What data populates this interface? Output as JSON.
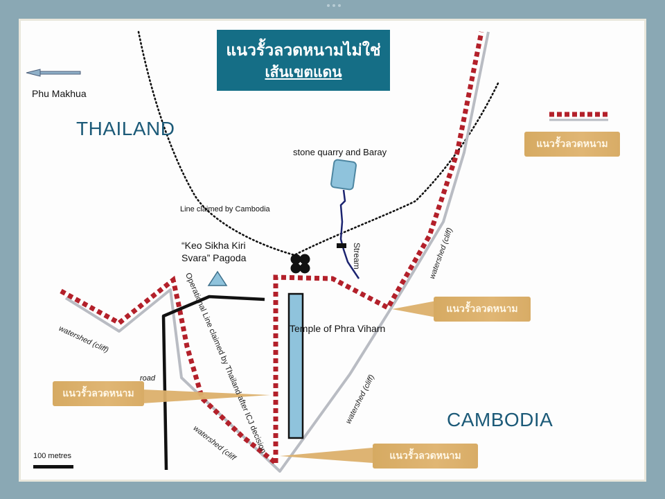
{
  "title": {
    "line1": "แนวรั้วลวดหนามไม่ใช่",
    "line2": "เส้นเขตแดน",
    "bg_color": "#156e86"
  },
  "countries": {
    "thailand": "THAILAND",
    "cambodia": "CAMBODIA"
  },
  "labels": {
    "phu_makhua": "Phu Makhua",
    "stone_quarry": "stone quarry and Baray",
    "line_claimed_cambodia": "Line claimed by Cambodia",
    "pagoda_line1": "“Keo Sikha Kiri",
    "pagoda_line2": "Svara” Pagoda",
    "stream": "Stream",
    "temple": "Temple of Phra Viharn",
    "operational_line": "Operational Line claimed  by Thailand after ICJ decision",
    "watershed_left": "watershed (cliff)",
    "watershed_bottom": "watershed (cliff",
    "watershed_center": "watershed (cliff)",
    "watershed_right": "watershed (cliff)",
    "road": "road",
    "scale": "100 metres"
  },
  "legend": {
    "barbed_wire_label": "แนวรั้วลวดหนาม",
    "barbed_wire_color": "#b3202a",
    "watershed_color": "#b9bcc3"
  },
  "callouts": [
    {
      "id": "top-right",
      "label": "แนวรั้วลวดหนาม"
    },
    {
      "id": "right",
      "label": "แนวรั้วลวดหนาม"
    },
    {
      "id": "left",
      "label": "แนวรั้วลวดหนาม"
    },
    {
      "id": "bottom",
      "label": "แนวรั้วลวดหนาม"
    }
  ],
  "colors": {
    "background": "#8aa8b4",
    "paper": "#fdfdfd",
    "country_text": "#1c5a78",
    "callout": "#dcb06c",
    "water": "#8fc3dc",
    "stream": "#1c2470"
  }
}
